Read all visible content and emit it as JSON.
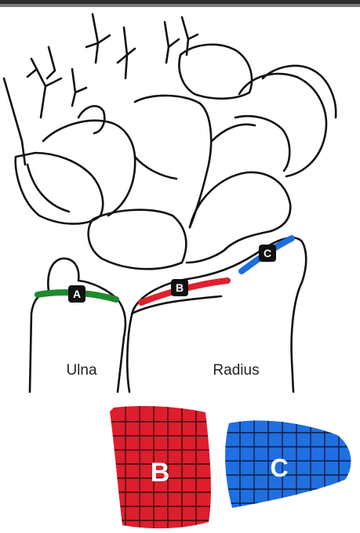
{
  "diagram": {
    "bone_labels": {
      "ulna": "Ulna",
      "radius": "Radius"
    },
    "markers": {
      "a": "A",
      "b": "B",
      "c": "C"
    },
    "patches": {
      "b": "B",
      "c": "C"
    },
    "colors": {
      "marker_a": "#1e8a2e",
      "marker_b": "#e0202e",
      "marker_c": "#1d6ee0",
      "patch_b": "#dd1e2d",
      "patch_c": "#1f6fe0",
      "outline": "#111111",
      "label_box": "#111111"
    }
  }
}
